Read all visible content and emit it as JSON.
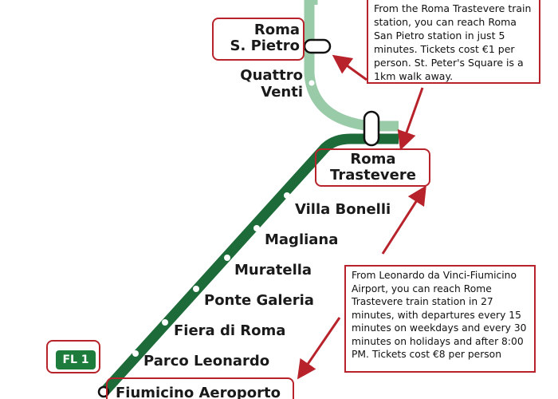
{
  "line": {
    "badge": "FL 1",
    "main_color": "#1d6b38",
    "branch_color": "#9acba9",
    "accent_red": "#b8232b"
  },
  "stations": {
    "roma_s_pietro": [
      "Roma",
      "S. Pietro"
    ],
    "quattro_venti": [
      "Quattro",
      "Venti"
    ],
    "roma_trastevere": [
      "Roma",
      "Trastevere"
    ],
    "villa_bonelli": "Villa Bonelli",
    "magliana": "Magliana",
    "muratella": "Muratella",
    "ponte_galeria": "Ponte Galeria",
    "fiera_di_roma": "Fiera di Roma",
    "parco_leonardo": "Parco Leonardo",
    "fiumicino_aeroporto": "Fiumicino Aeroporto"
  },
  "info": {
    "trastevere_to_pietro": "From the Roma Trastevere train station, you can reach Roma San Pietro station in just 5 minutes. Tickets cost €1 per person. St. Peter's Square is a 1km walk away.",
    "airport_to_trastevere": "From Leonardo da Vinci-Fiumicino Airport, you can reach Rome Trastevere train station in 27 minutes, with departures every 15 minutes on weekdays and every 30 minutes on holidays and after 8:00 PM. Tickets cost €8 per person"
  }
}
